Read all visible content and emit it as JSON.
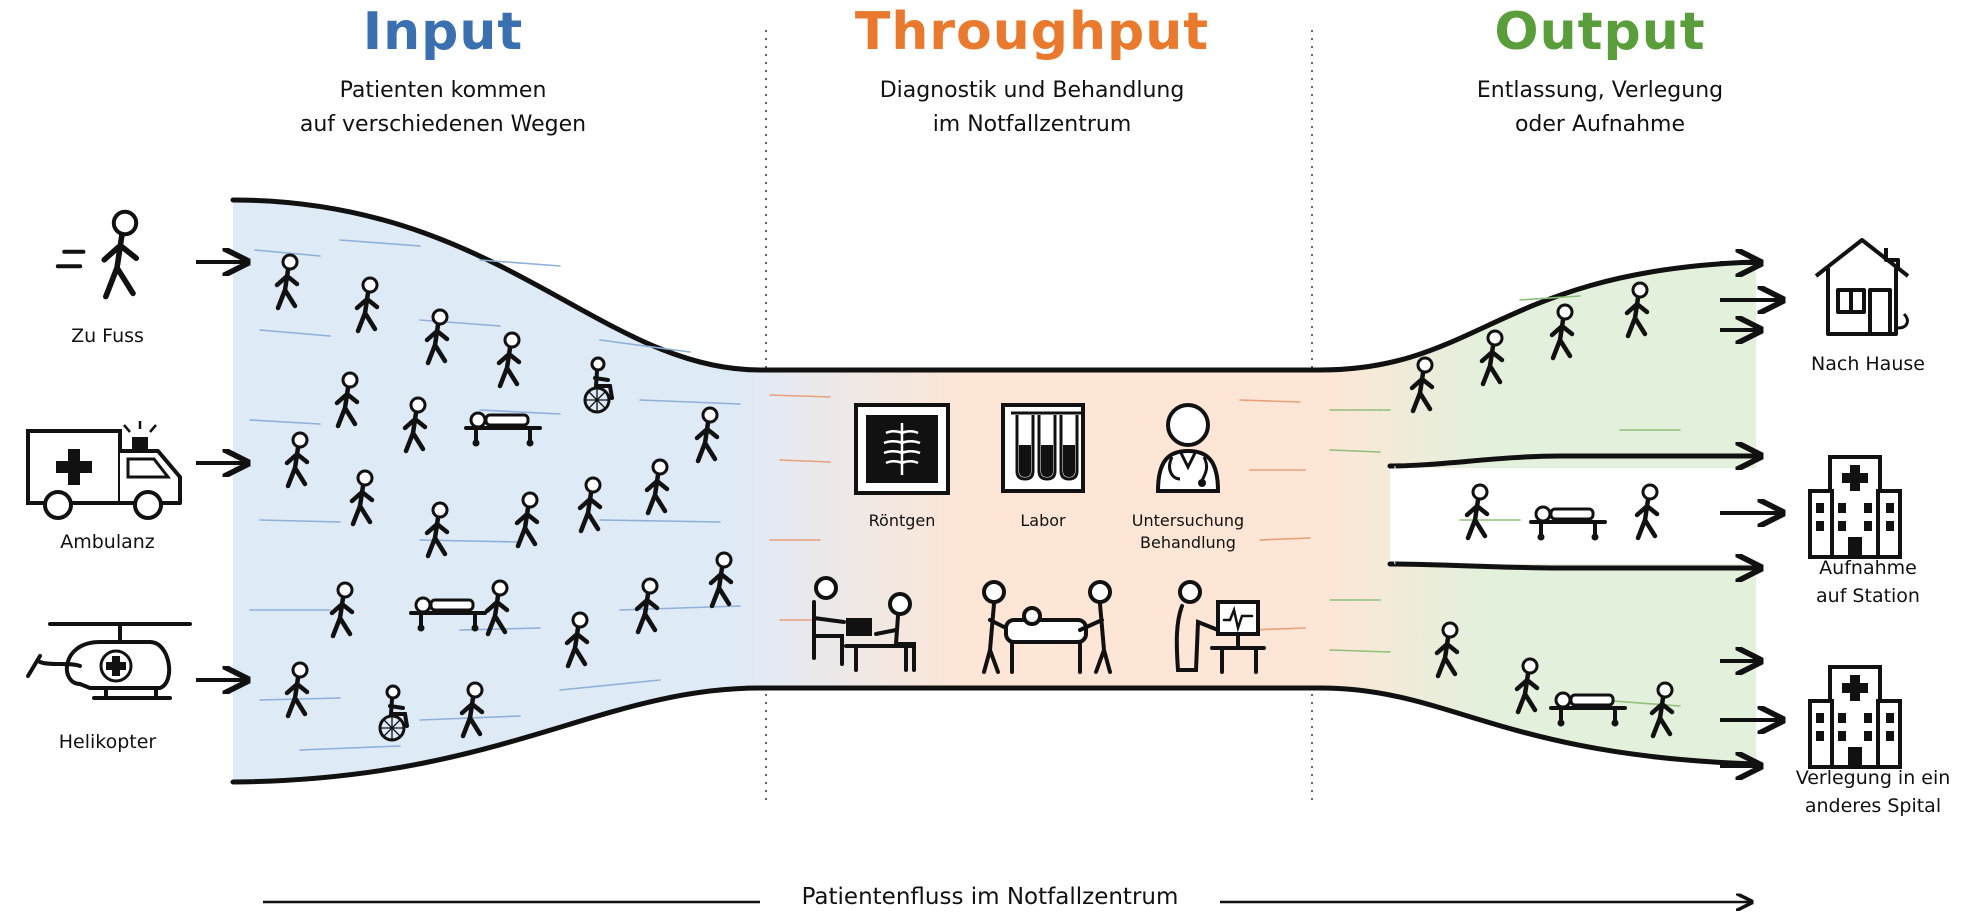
{
  "header": {
    "input": {
      "title": "Input",
      "subtitle": "Patienten kommen\nauf verschiedenen Wegen",
      "color": "#3a6fb0"
    },
    "throughput": {
      "title": "Throughput",
      "subtitle": "Diagnostik und Behandlung\nim Notfallzentrum",
      "color": "#e8792d"
    },
    "output": {
      "title": "Output",
      "subtitle": "Entlassung, Verlegung\noder Aufnahme",
      "color": "#5a9e3c"
    }
  },
  "arrivals": [
    {
      "label": "Zu Fuss",
      "icon": "walking-person-icon"
    },
    {
      "label": "Ambulanz",
      "icon": "ambulance-icon"
    },
    {
      "label": "Helikopter",
      "icon": "helicopter-icon"
    }
  ],
  "stations": [
    {
      "label": "Röntgen",
      "icon": "xray-icon"
    },
    {
      "label": "Labor",
      "icon": "lab-tubes-icon"
    },
    {
      "label": "Untersuchung\nBehandlung",
      "icon": "doctor-icon"
    }
  ],
  "destinations": [
    {
      "label": "Nach Hause",
      "icon": "house-icon"
    },
    {
      "label": "Aufnahme\nauf Station",
      "icon": "hospital-icon"
    },
    {
      "label": "Verlegung in ein\nanderes Spital",
      "icon": "hospital-icon"
    }
  ],
  "footer": {
    "label": "Patientenfluss im Notfallzentrum"
  },
  "colors": {
    "input_fill": "#dfeaf7",
    "throughput_fill": "#fde6d6",
    "output_fill": "#e3f0dc",
    "ink": "#111111"
  }
}
